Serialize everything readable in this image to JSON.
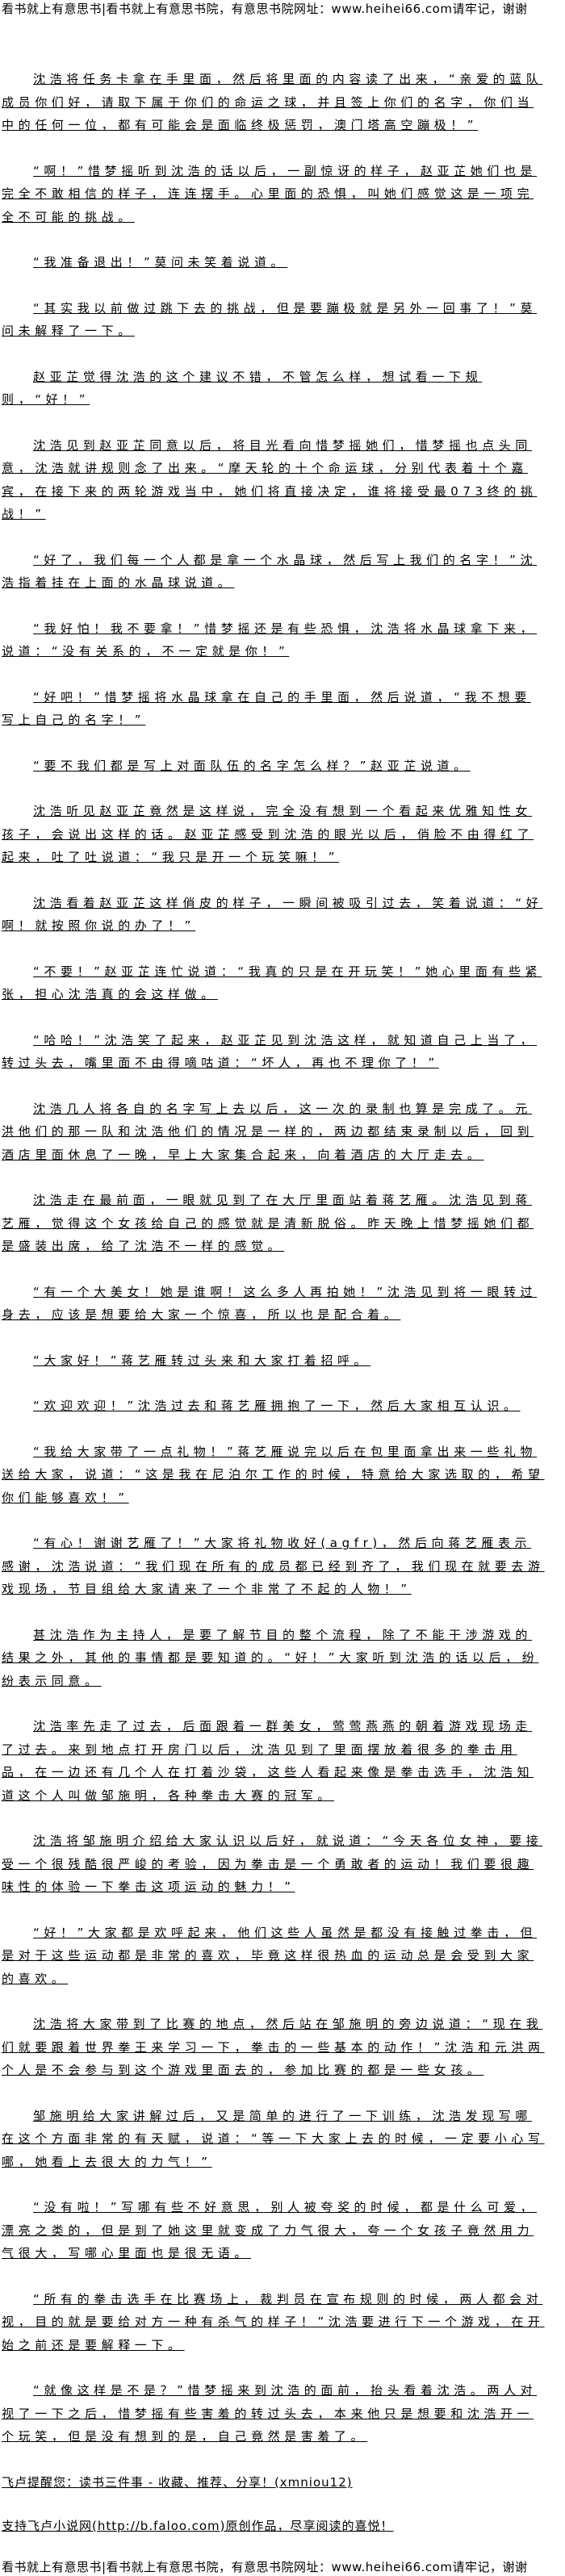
{
  "header_banner": "看书就上有意思书|看书就上有意思书院，有意思书院网址：www.heihei66.com请牢记，谢谢",
  "paragraphs": [
    "沈浩将任务卡拿在手里面，然后将里面的内容读了出来，“亲爱的蓝队成员你们好，请取下属于你们的命运之球，并且签上你们的名字，你们当中的任何一位，都有可能会是面临终极惩罚，澳门塔高空蹦极！”",
    "“啊！”惜梦摇听到沈浩的话以后，一副惊讶的样子，赵亚芷她们也是完全不敢相信的样子，连连摆手。心里面的恐惧，叫她们感觉这是一项完全不可能的挑战。",
    "“我准备退出！”莫问未笑着说道。",
    "“其实我以前做过跳下去的挑战，但是要蹦极就是另外一回事了！”莫问未解释了一下。",
    "赵亚芷觉得沈浩的这个建议不错，不管怎么样，想试看一下规则，“好！”",
    "沈浩见到赵亚芷同意以后，将目光看向惜梦摇她们，惜梦摇也点头同意，沈浩就讲规则念了出来。“摩天轮的十个命运球，分别代表着十个嘉宾，在接下来的两轮游戏当中，她们将直接决定，谁将接受最073终的挑战！”",
    "“好了，我们每一个人都是拿一个水晶球，然后写上我们的名字！”沈浩指着挂在上面的水晶球说道。",
    "“我好怕！我不要拿！”惜梦摇还是有些恐惧，沈浩将水晶球拿下来，说道：“没有关系的，不一定就是你！”",
    "“好吧！”惜梦摇将水晶球拿在自己的手里面，然后说道，“我不想要写上自己的名字！”",
    "“要不我们都是写上对面队伍的名字怎么样？”赵亚芷说道。",
    "沈浩听见赵亚芷竟然是这样说，完全没有想到一个看起来优雅知性女孩子，会说出这样的话。赵亚芷感受到沈浩的眼光以后，俏脸不由得红了起来，吐了吐说道：“我只是开一个玩笑嘛！”",
    "沈浩看着赵亚芷这样俏皮的样子，一瞬间被吸引过去，笑着说道：“好啊！就按照你说的办了！”",
    "“不要！”赵亚芷连忙说道：“我真的只是在开玩笑！”她心里面有些紧张，担心沈浩真的会这样做。",
    "“哈哈！”沈浩笑了起来，赵亚芷见到沈浩这样，就知道自己上当了，转过头去，嘴里面不由得嘀咕道：“坏人，再也不理你了！”",
    "沈浩几人将各自的名字写上去以后，这一次的录制也算是完成了。元洪他们的那一队和沈浩他们的情况是一样的，两边都结束录制以后，回到酒店里面休息了一晚，早上大家集合起来，向着酒店的大厅走去。",
    "沈浩走在最前面，一眼就见到了在大厅里面站着蒋艺雁。沈浩见到蒋艺雁，觉得这个女孩给自己的感觉就是清新脱俗。昨天晚上惜梦摇她们都是盛装出席，给了沈浩不一样的感觉。",
    "“有一个大美女！她是谁啊！这么多人再拍她！”沈浩见到将一眼转过身去，应该是想要给大家一个惊喜，所以也是配合着。",
    "“大家好！”蒋艺雁转过头来和大家打着招呼。",
    "“欢迎欢迎！”沈浩过去和蒋艺雁拥抱了一下，然后大家相互认识。",
    "“我给大家带了一点礼物！”蒋艺雁说完以后在包里面拿出来一些礼物送给大家，说道：“这是我在尼泊尔工作的时候，特意给大家选取的，希望你们能够喜欢！”",
    "“有心！谢谢艺雁了！”大家将礼物收好(agfr)，然后向蒋艺雁表示感谢，沈浩说道：“我们现在所有的成员都已经到齐了，我们现在就要去游戏现场，节目组给大家请来了一个非常了不起的人物！”",
    "甚沈浩作为主持人，是要了解节目的整个流程，除了不能干涉游戏的结果之外，其他的事情都是要知道的。“好！”大家听到沈浩的话以后，纷纷表示同意。",
    "沈浩率先走了过去，后面跟着一群美女，莺莺燕燕的朝着游戏现场走了过去。来到地点打开房门以后，沈浩见到了里面摆放着很多的拳击用品，在一边还有几个人在打着沙袋，这些人看起来像是拳击选手，沈浩知道这个人叫做邹施明，各种拳击大赛的冠军。",
    "沈浩将邹施明介绍给大家认识以后好，就说道：“今天各位女神，要接受一个很残酷很严峻的考验，因为拳击是一个勇敢者的运动！我们要很趣味性的体验一下拳击这项运动的魅力！”",
    "“好！”大家都是欢呼起来，他们这些人虽然是都没有接触过拳击，但是对于这些运动都是非常的喜欢，毕竟这样很热血的运动总是会受到大家的喜欢。",
    "沈浩将大家带到了比赛的地点，然后站在邹施明的旁边说道：“现在我们就要跟着世界拳王来学习一下，拳击的一些基本的动作！”沈浩和元洪两个人是不会参与到这个游戏里面去的，参加比赛的都是一些女孩。",
    "邹施明给大家讲解过后，又是简单的进行了一下训练，沈浩发现写哪在这个方面非常的有天赋，说道：“等一下大家上去的时候，一定要小心写哪，她看上去很大的力气！”",
    "“没有啦！”写哪有些不好意思，别人被夸奖的时候，都是什么可爱，漂亮之类的，但是到了她这里就变成了力气很大，夸一个女孩子竟然用力气很大，写哪心里面也是很无语。",
    "“所有的拳击选手在比赛场上，裁判员在宣布规则的时候，两人都会对视，目的就是要给对方一种有杀气的样子！”沈浩要进行下一个游戏，在开始之前还是要解释一下。",
    "“就像这样是不是？”惜梦摇来到沈浩的面前，抬头看着沈浩。两人对视了一下之后，惜梦摇有些害羞的转过头去，本来他只是想要和沈浩开一个玩笑，但是没有想到的是，自己竟然是害羞了。"
  ],
  "footer_notes": [
    "飞卢提醒您：读书三件事 - 收藏、推荐、分享！(xmniou12)",
    "支持飞卢小说网(http://b.faloo.com)原创作品，尽享阅读的喜悦！"
  ],
  "footer_banner": "看书就上有意思书|看书就上有意思书院，有意思书院网址：www.heihei66.com请牢记，谢谢"
}
